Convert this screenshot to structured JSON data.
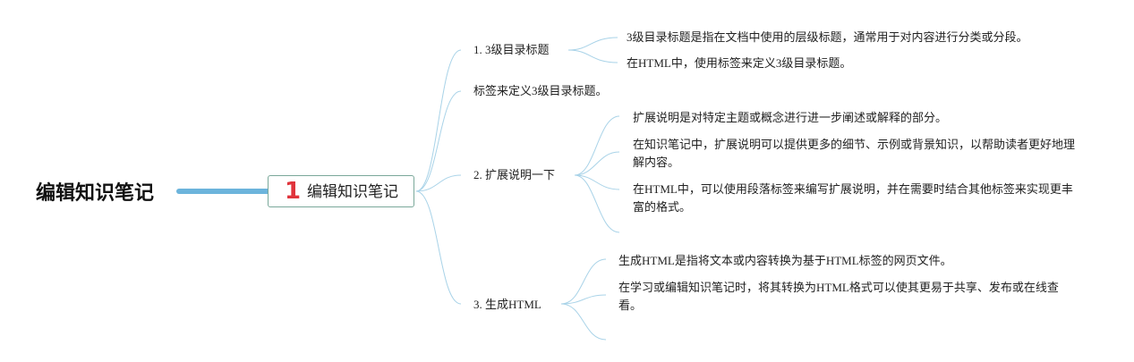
{
  "root": {
    "title": "编辑知识笔记"
  },
  "center": {
    "number": "1",
    "label": "编辑知识笔记"
  },
  "branches": [
    {
      "label": "1. 3级目录标题",
      "leaves": [
        "3级目录标题是指在文档中使用的层级标题，通常用于对内容进行分类或分段。",
        "在HTML中，使用标签来定义3级目录标题。"
      ]
    },
    {
      "label": "标签来定义3级目录标题。"
    },
    {
      "label": "2. 扩展说明一下",
      "leaves": [
        "扩展说明是对特定主题或概念进行进一步阐述或解释的部分。",
        "在知识笔记中，扩展说明可以提供更多的细节、示例或背景知识，以帮助读者更好地理解内容。",
        "在HTML中，可以使用段落标签来编写扩展说明，并在需要时结合其他标签来实现更丰富的格式。"
      ]
    },
    {
      "label": "3. 生成HTML",
      "leaves": [
        "生成HTML是指将文本或内容转换为基于HTML标签的网页文件。",
        "在学习或编辑知识笔记时，将其转换为HTML格式可以使其更易于共享、发布或在线查看。"
      ]
    }
  ],
  "colors": {
    "thick_line": "#6cb4dc",
    "thin_line": "#a9d3e8",
    "box_border": "#7aa89a",
    "number": "#e0343c"
  }
}
